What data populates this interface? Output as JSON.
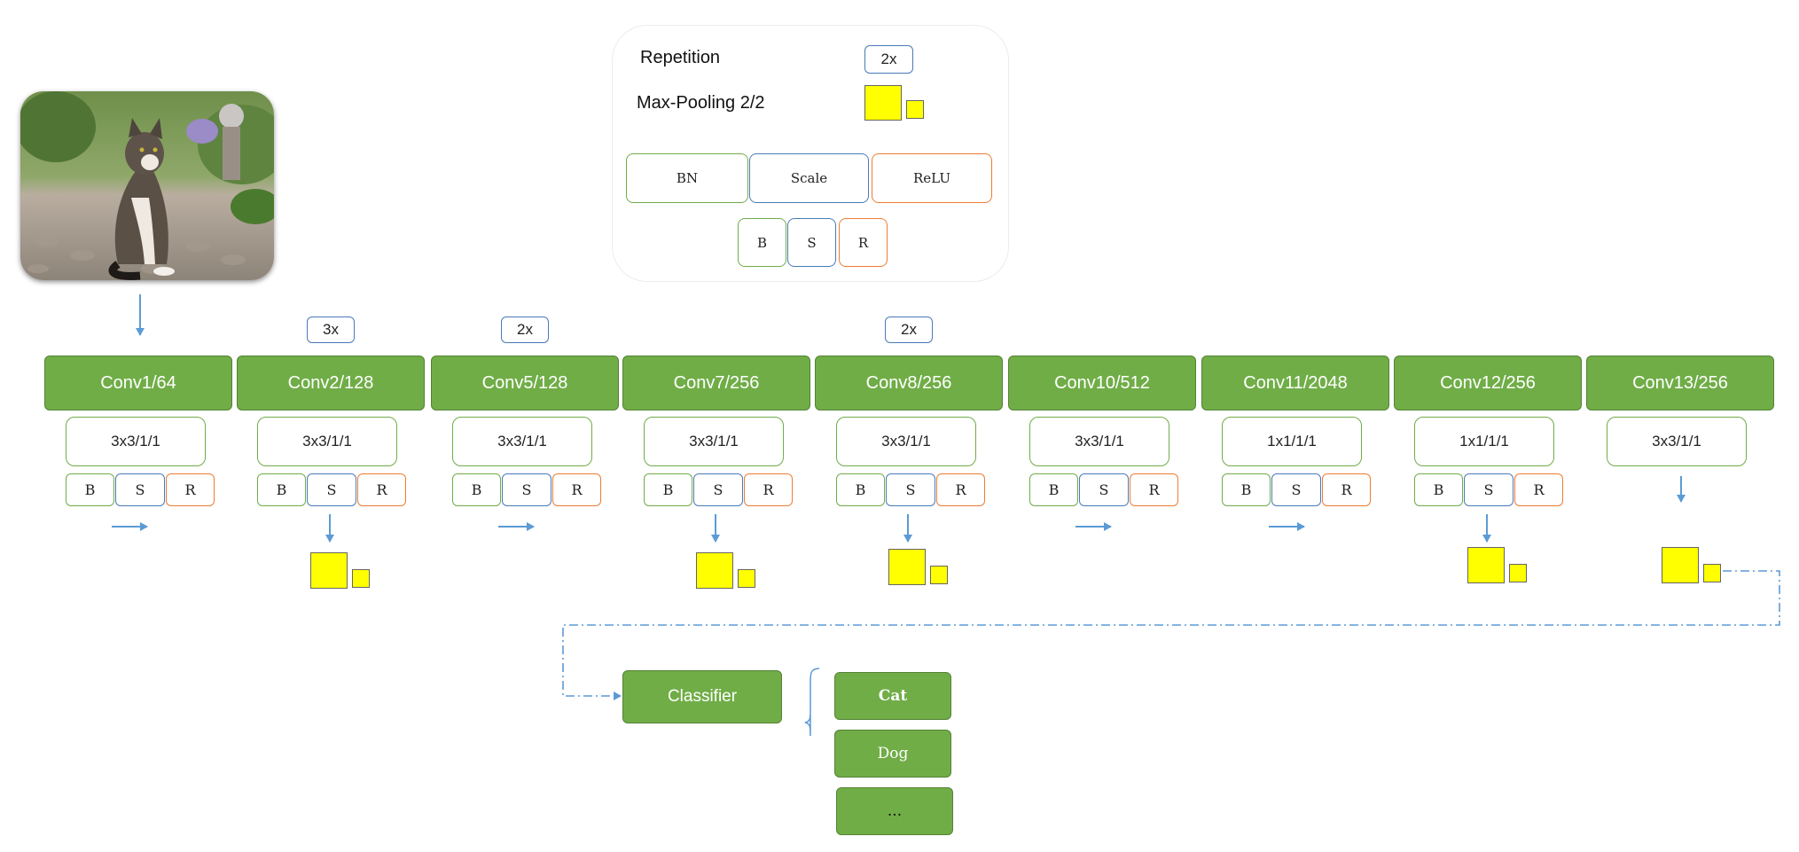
{
  "legend": {
    "repetition_label": "Repetition",
    "repetition_value": "2x",
    "pooling_label": "Max-Pooling  2/2",
    "bn": "BN",
    "scale": "Scale",
    "relu": "ReLU",
    "b": "B",
    "s": "S",
    "r": "R"
  },
  "colors": {
    "conv_fill": "#70ad47",
    "bn_border": "#70ad47",
    "scale_border": "#4a7ab8",
    "relu_border": "#ed7d31",
    "pool_fill": "#ffff00",
    "arrow": "#5b9bd5"
  },
  "layers": [
    {
      "name": "Conv1/64",
      "kernel": "3x3/1/1",
      "repeat": "",
      "bsr": true,
      "pool": false
    },
    {
      "name": "Conv2/128",
      "kernel": "3x3/1/1",
      "repeat": "3x",
      "bsr": true,
      "pool": true
    },
    {
      "name": "Conv5/128",
      "kernel": "3x3/1/1",
      "repeat": "2x",
      "bsr": true,
      "pool": false
    },
    {
      "name": "Conv7/256",
      "kernel": "3x3/1/1",
      "repeat": "",
      "bsr": true,
      "pool": true
    },
    {
      "name": "Conv8/256",
      "kernel": "3x3/1/1",
      "repeat": "2x",
      "bsr": true,
      "pool": true
    },
    {
      "name": "Conv10/512",
      "kernel": "3x3/1/1",
      "repeat": "",
      "bsr": true,
      "pool": false
    },
    {
      "name": "Conv11/2048",
      "kernel": "1x1/1/1",
      "repeat": "",
      "bsr": true,
      "pool": false
    },
    {
      "name": "Conv12/256",
      "kernel": "1x1/1/1",
      "repeat": "",
      "bsr": true,
      "pool": true
    },
    {
      "name": "Conv13/256",
      "kernel": "3x3/1/1",
      "repeat": "",
      "bsr": false,
      "pool": true
    }
  ],
  "bsr_labels": [
    "B",
    "S",
    "R"
  ],
  "classifier": "Classifier",
  "outputs": [
    "Cat",
    "Dog",
    "..."
  ]
}
